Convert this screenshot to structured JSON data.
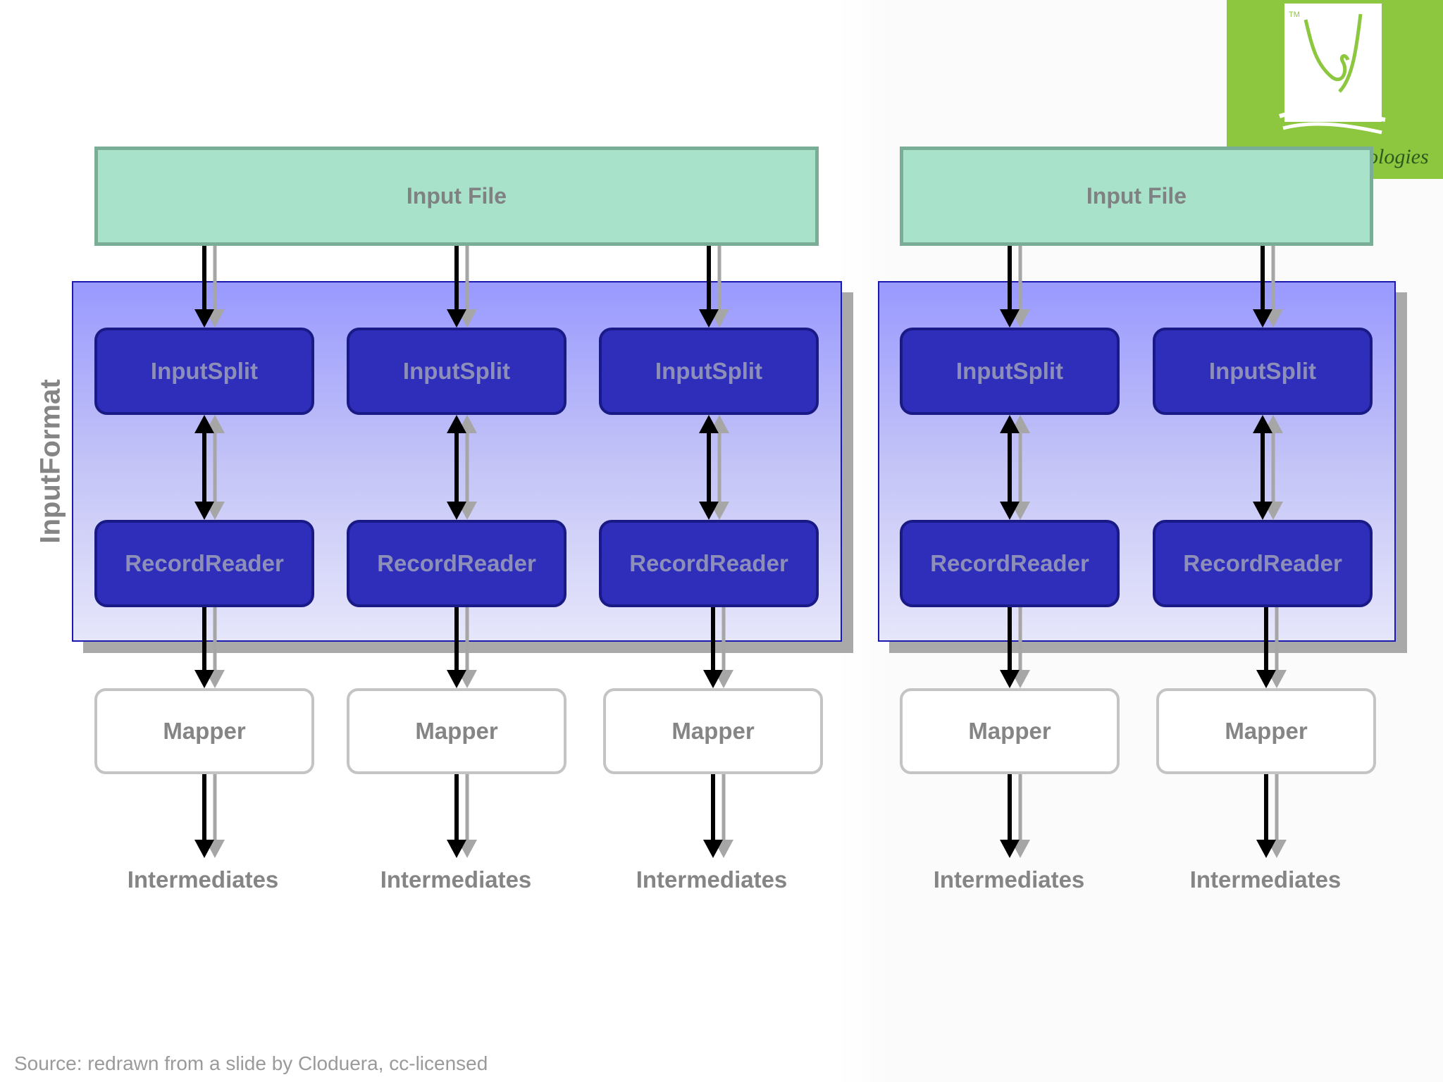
{
  "logo": {
    "text": "ologies"
  },
  "input_format_label": "InputFormat",
  "groups": [
    {
      "input_file": "Input File",
      "columns": [
        {
          "split": "InputSplit",
          "reader": "RecordReader",
          "mapper": "Mapper",
          "output": "Intermediates"
        },
        {
          "split": "InputSplit",
          "reader": "RecordReader",
          "mapper": "Mapper",
          "output": "Intermediates"
        },
        {
          "split": "InputSplit",
          "reader": "RecordReader",
          "mapper": "Mapper",
          "output": "Intermediates"
        }
      ]
    },
    {
      "input_file": "Input File",
      "columns": [
        {
          "split": "InputSplit",
          "reader": "RecordReader",
          "mapper": "Mapper",
          "output": "Intermediates"
        },
        {
          "split": "InputSplit",
          "reader": "RecordReader",
          "mapper": "Mapper",
          "output": "Intermediates"
        }
      ]
    }
  ],
  "source_note": "Source: redrawn from a slide by Cloduera, cc-licensed"
}
